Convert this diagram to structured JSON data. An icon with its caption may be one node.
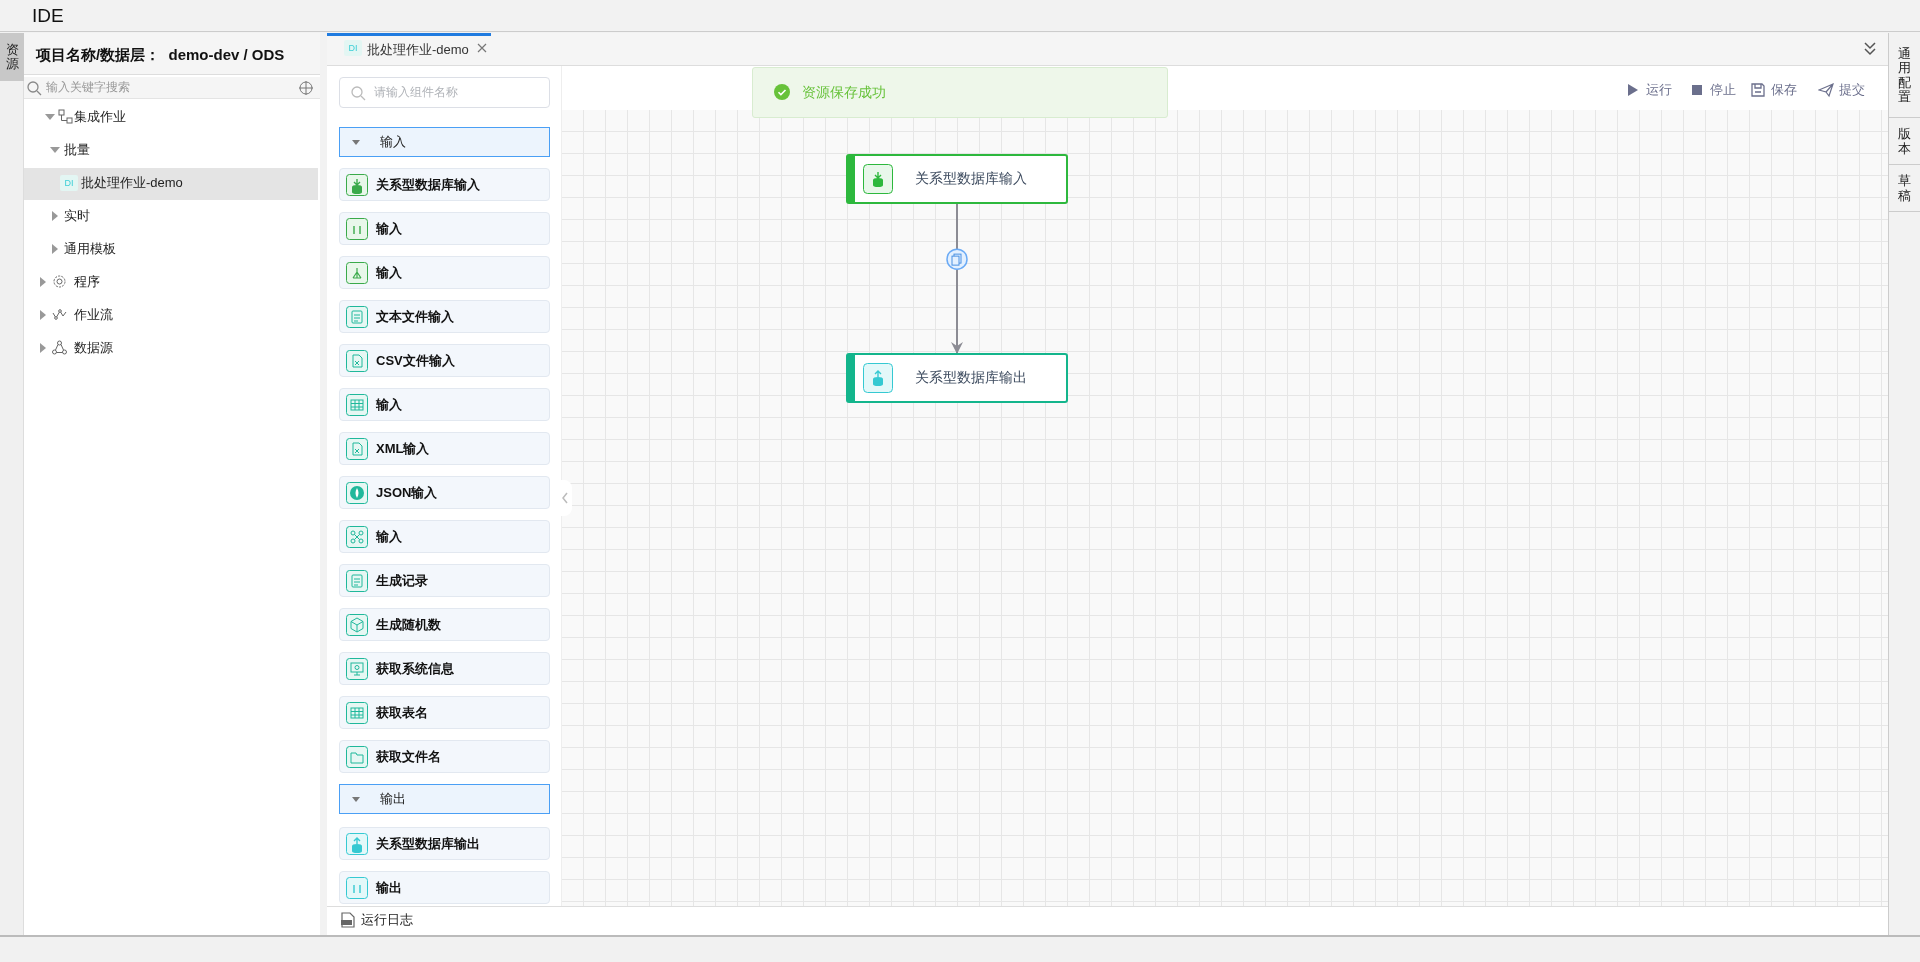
{
  "diagram": {
    "nodes": [
      {
        "text": [
          "关系型数据库输入"
        ]
      },
      {
        "text": [
          "关系型数据库输出"
        ]
      }
    ],
    "edges": [
      {
        "from": 0,
        "to": 1,
        "arrow": "to"
      }
    ],
    "labels": [
      "IDE",
      "资源",
      "项目名称/数据层：  demo-dev / ODS",
      "输入关键字搜索",
      "集成作业",
      "批量",
      "DI",
      "批处理作业-demo",
      "实时",
      "通用模板",
      "程序",
      "作业流",
      "数据源",
      "DI",
      "批处理作业-demo",
      "资源保存成功",
      "运行",
      "停止",
      "保存",
      "提交",
      "通用配置",
      "版本",
      "草稿",
      "请输入组件名称",
      "输入",
      "关系型数据库输入",
      "输入",
      "输入",
      "文本文件输入",
      "CSV文件输入",
      "输入",
      "XML输入",
      "JSON输入",
      "输入",
      "生成记录",
      "生成随机数",
      "获取系统信息",
      "获取表名",
      "获取文件名",
      "输出",
      "关系型数据库输出",
      "输出",
      "运行日志"
    ]
  }
}
